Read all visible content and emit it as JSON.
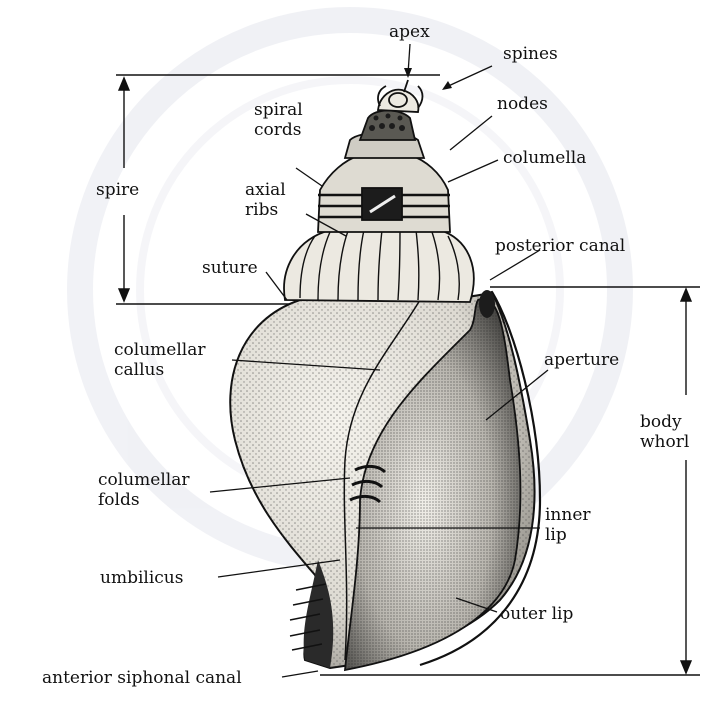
{
  "diagram": {
    "labels": {
      "apex": "apex",
      "spines": "spines",
      "nodes": "nodes",
      "spiral_cords": [
        "spiral",
        "cords"
      ],
      "columella": "columella",
      "spire": "spire",
      "axial_ribs": [
        "axial",
        "ribs"
      ],
      "posterior_canal": "posterior canal",
      "suture": "suture",
      "columellar_callus": [
        "columellar",
        "callus"
      ],
      "aperture": "aperture",
      "body_whorl": [
        "body",
        "whorl"
      ],
      "columellar_folds": [
        "columellar",
        "folds"
      ],
      "inner_lip": [
        "inner",
        "lip"
      ],
      "umbilicus": "umbilicus",
      "outer_lip": "outer lip",
      "anterior_siphonal_canal": "anterior siphonal canal"
    },
    "colors": {
      "ink": "#111111",
      "shell_fill": "#f1efe9",
      "shade": "#3a3a3a",
      "dark_aperture": "#1c1c1c",
      "watermark": "#e6e8ef"
    }
  }
}
